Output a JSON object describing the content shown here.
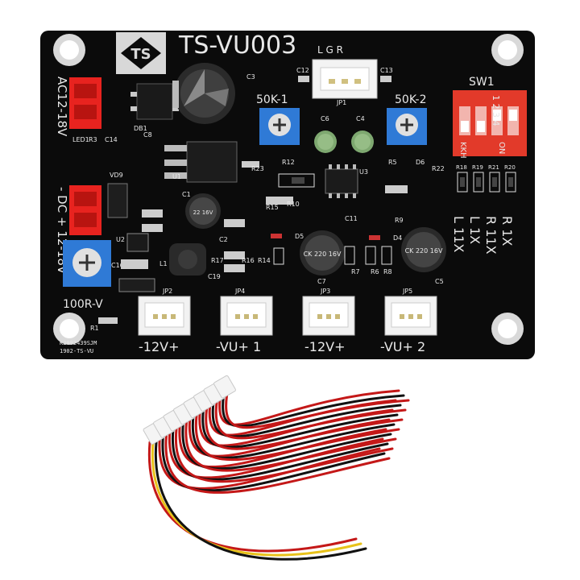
{
  "board": {
    "model": "TS-VU003",
    "logo_text": "TS",
    "input_ac_label": "AC12-18V",
    "input_dc_label": "- DC + 12-18V",
    "pot_main_label": "100R-V",
    "pot_left_label": "50K-1",
    "pot_right_label": "50K-2",
    "switch_label": "SW1",
    "switch_positions": "1 2 3 4",
    "switch_on": "ON",
    "switch_kkh": "KKH",
    "switch_modes": [
      "R 1X",
      "R 11X",
      "L 1X",
      "L 11X"
    ],
    "jp1_pins": "L G R",
    "jp1_name": "JP1",
    "connectors": [
      {
        "name": "JP2",
        "label": "-12V+"
      },
      {
        "name": "JP4",
        "label": "-VU+ 1"
      },
      {
        "name": "JP3",
        "label": "-12V+"
      },
      {
        "name": "JP5",
        "label": "-VU+ 2"
      }
    ],
    "cap_big_text": "CK 220 16V",
    "serial_line1": "K2092439SJM",
    "serial_line2": "1902-TS-VU",
    "small_caps_text": "22 16V",
    "ref_labels": {
      "c3": "C3",
      "c12": "C12",
      "c13": "C13",
      "c14": "C14",
      "c6": "C6",
      "c4": "C4",
      "db1": "DB1",
      "c8": "C8",
      "r3": "R3",
      "led1": "LED1",
      "vd9": "VD9",
      "u1": "U1",
      "c1": "C1",
      "u2": "U2",
      "c16": "C16",
      "l1": "L1",
      "c19": "C19",
      "r1": "R1",
      "r23": "R23",
      "r12": "R12",
      "u3": "U3",
      "r5": "R5",
      "d6": "D6",
      "r22": "R22",
      "r15": "R15",
      "r10": "R10",
      "c11": "C11",
      "r9": "R9",
      "d5": "D5",
      "d4": "D4",
      "r14": "R14",
      "r7": "R7",
      "r6": "R6",
      "r8": "R8",
      "c7": "C7",
      "c5": "C5",
      "r18": "R18",
      "r19": "R19",
      "r21": "R21",
      "r20": "R20",
      "c2": "C2",
      "r17": "R17",
      "r16": "R16"
    }
  },
  "harness": {
    "wire_colors": [
      "#c41818",
      "#e8c21a",
      "#111111"
    ],
    "connector_count": 8
  }
}
